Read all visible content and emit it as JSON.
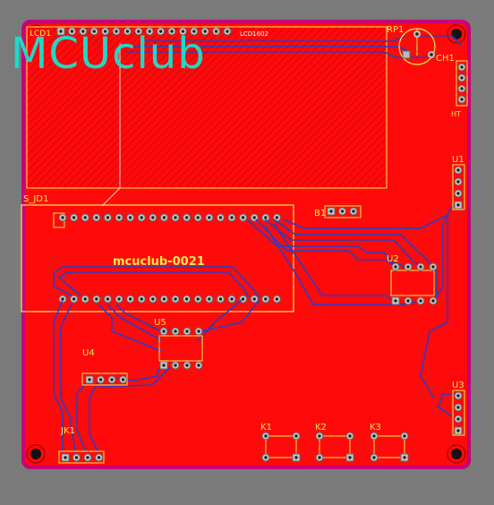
{
  "brand": {
    "logo_text": "MCUclub"
  },
  "board": {
    "title": "mcuclub-0021"
  },
  "components": {
    "lcd": {
      "designator": "LCD1",
      "right_tag": "LCD1602"
    },
    "rp1": {
      "designator": "RP1"
    },
    "ch1": {
      "designator": "CH1",
      "sub_tag": "HT"
    },
    "s_jd1": {
      "designator": "S_JD1"
    },
    "b1": {
      "designator": "B1"
    },
    "u1": {
      "designator": "U1"
    },
    "u2": {
      "designator": "U2"
    },
    "u3": {
      "designator": "U3"
    },
    "u4": {
      "designator": "U4"
    },
    "u5": {
      "designator": "U5"
    },
    "jk1": {
      "designator": "JK1"
    },
    "k1": {
      "designator": "K1"
    },
    "k2": {
      "designator": "K2"
    },
    "k3": {
      "designator": "K3"
    }
  },
  "colors": {
    "background": "#7a7a7a",
    "copper": "#ff0a0a",
    "board_outline": "#c80078",
    "trace": "#2a3cc8",
    "silkscreen": "#ffe94a",
    "logo": "#1fd8c8"
  }
}
